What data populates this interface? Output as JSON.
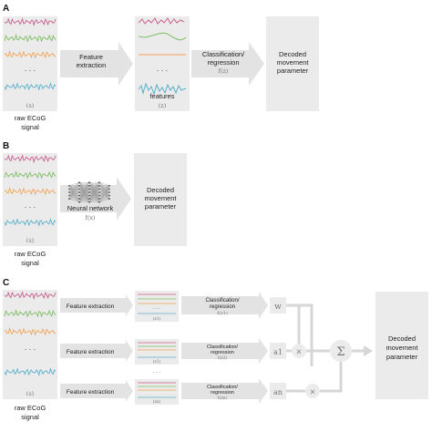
{
  "sections": {
    "a": {
      "letter": "A",
      "input_symbol": "(s)",
      "input_caption": [
        "raw ECoG",
        "signal"
      ],
      "dots": "· · ·",
      "step1": [
        "Feature",
        "extraction"
      ],
      "features_label": "features",
      "features_symbol": "(z)",
      "step2": [
        "Classification/",
        "regression"
      ],
      "step2_symbol": "f(z)",
      "output": [
        "Decoded",
        "movement",
        "parameter"
      ]
    },
    "b": {
      "letter": "B",
      "input_symbol": "(s)",
      "input_caption": [
        "raw ECoG",
        "signal"
      ],
      "dots": "· · ·",
      "step": "Neural network",
      "step_symbol": "f(x)",
      "output": [
        "Decoded",
        "movement",
        "parameter"
      ]
    },
    "c": {
      "letter": "C",
      "input_symbol": "(s)",
      "input_caption": [
        "raw ECoG",
        "signal"
      ],
      "dots": "· · ·",
      "feature_label": "Feature extraction",
      "feature_symbols": [
        "(z1)",
        "(z2)",
        "(zn)"
      ],
      "class_label": [
        "Classification/",
        "regression"
      ],
      "class_symbols": [
        "f(z1)",
        "f(z2)",
        "f(zn)"
      ],
      "weights": [
        "w",
        "a1",
        "an"
      ],
      "multiply": "×",
      "sum": "Σ",
      "output": [
        "Decoded",
        "movement",
        "parameter"
      ]
    }
  },
  "colors": {
    "panel": "#ebebeb",
    "arrow": "#e3e3e3",
    "traces": [
      "#c9608f",
      "#7ebd63",
      "#f0a358",
      "#5aafc9"
    ],
    "connector": "#d6d6d6"
  }
}
